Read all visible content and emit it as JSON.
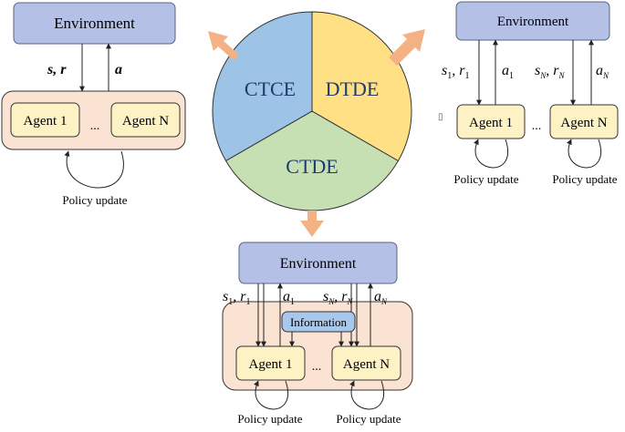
{
  "colors": {
    "env_fill": "#b4c0e6",
    "env_stroke": "#5a6480",
    "container_fill": "#fbe3d3",
    "container_stroke": "#333333",
    "agent_fill": "#fdf2c4",
    "agent_stroke": "#333333",
    "info_fill": "#a9c7ea",
    "ctce_fill": "#9dc3e6",
    "dtde_fill": "#ffe084",
    "ctde_fill": "#c6e0b4",
    "arrow_fill": "#f4b183",
    "pie_text": "#1f3a6e"
  },
  "pie": {
    "ctce": "CTCE",
    "dtde": "DTDE",
    "ctde": "CTDE"
  },
  "ctce_panel": {
    "environment": "Environment",
    "state_reward": "s, r",
    "action": "a",
    "agent_first": "Agent 1",
    "ellipsis": "...",
    "agent_last": "Agent N",
    "policy_update": "Policy update"
  },
  "dtde_panel": {
    "environment": "Environment",
    "s1": "s",
    "s1_sub": "1",
    "r1": "r",
    "r1_sub": "1",
    "a1": "a",
    "a1_sub": "1",
    "sn": "s",
    "sn_sub": "N",
    "rn": "r",
    "rn_sub": "N",
    "an": "a",
    "an_sub": "N",
    "agent_first": "Agent 1",
    "ellipsis": "...",
    "agent_last": "Agent N",
    "policy_update_1": "Policy update",
    "policy_update_n": "Policy update",
    "stray_glyph": "▯"
  },
  "ctde_panel": {
    "environment": "Environment",
    "s1": "s",
    "s1_sub": "1",
    "r1": "r",
    "r1_sub": "1",
    "a1": "a",
    "a1_sub": "1",
    "sn": "s",
    "sn_sub": "N",
    "rn": "r",
    "rn_sub": "N",
    "an": "a",
    "an_sub": "N",
    "information": "Information",
    "agent_first": "Agent 1",
    "ellipsis": "...",
    "agent_last": "Agent N",
    "policy_update_1": "Policy update",
    "policy_update_n": "Policy update"
  }
}
